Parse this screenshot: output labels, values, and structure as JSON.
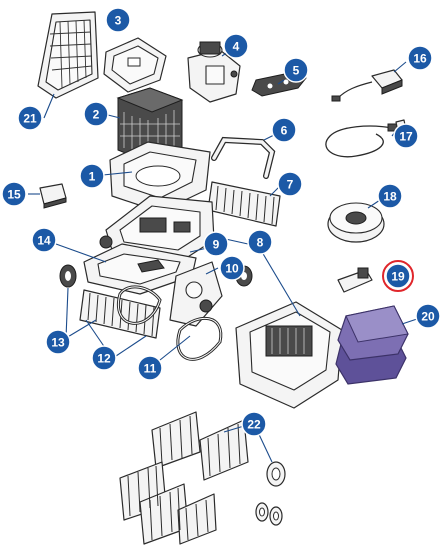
{
  "callouts": [
    {
      "id": "c1",
      "label": "1"
    },
    {
      "id": "c2",
      "label": "2"
    },
    {
      "id": "c3",
      "label": "3"
    },
    {
      "id": "c4",
      "label": "4"
    },
    {
      "id": "c5",
      "label": "5"
    },
    {
      "id": "c6",
      "label": "6"
    },
    {
      "id": "c7",
      "label": "7"
    },
    {
      "id": "c8",
      "label": "8"
    },
    {
      "id": "c9",
      "label": "9"
    },
    {
      "id": "c10",
      "label": "10"
    },
    {
      "id": "c11",
      "label": "11"
    },
    {
      "id": "c12",
      "label": "12"
    },
    {
      "id": "c13",
      "label": "13"
    },
    {
      "id": "c14",
      "label": "14"
    },
    {
      "id": "c15",
      "label": "15"
    },
    {
      "id": "c16",
      "label": "16"
    },
    {
      "id": "c17",
      "label": "17"
    },
    {
      "id": "c18",
      "label": "18"
    },
    {
      "id": "c19",
      "label": "19"
    },
    {
      "id": "c20",
      "label": "20"
    },
    {
      "id": "c21",
      "label": "21"
    },
    {
      "id": "c22",
      "label": "22"
    }
  ],
  "highlighted_part": "19",
  "colors": {
    "callout_fill": "#1c59a6",
    "highlight_ring": "#e0262b",
    "accessory_purple": "#7d6fb3"
  }
}
